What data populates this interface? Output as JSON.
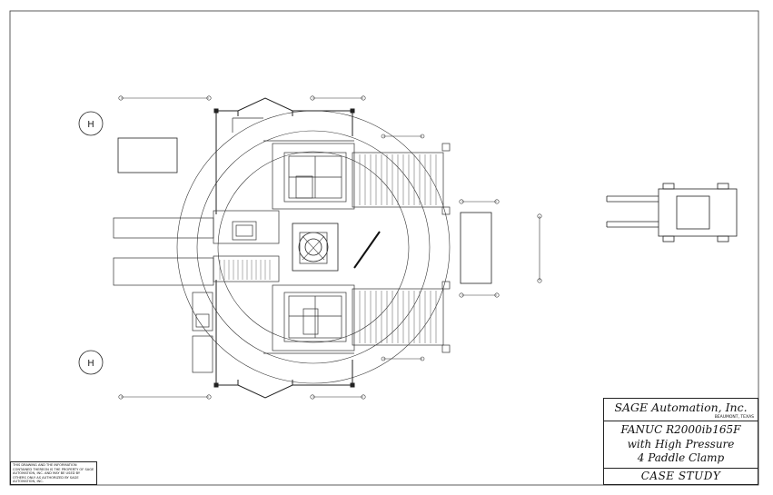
{
  "title_block": {
    "company": "SAGE Automation, Inc.",
    "location": "BEAUMONT, TEXAS",
    "description_lines": [
      "FANUC R2000ib165F",
      "with High Pressure",
      "4 Paddle Clamp"
    ],
    "footer": "CASE STUDY"
  },
  "disclaimer": "THIS DRAWING AND THE INFORMATION CONTAINED THEREON IS THE PROPERTY OF SAGE AUTOMATION, INC. AND MAY BE USED BY OTHERS ONLY AS AUTHORIZED BY SAGE AUTOMATION, INC.",
  "markers": {
    "upper": "H",
    "lower": "H"
  }
}
